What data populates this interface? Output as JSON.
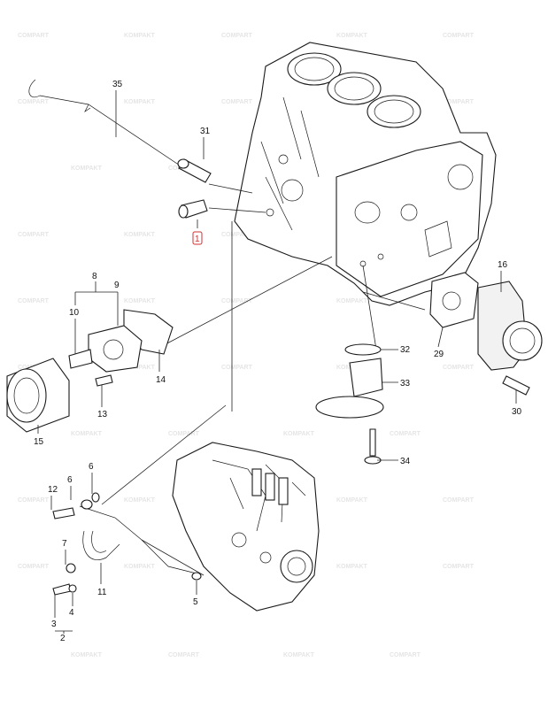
{
  "watermark": {
    "brand": "KOMPAKT",
    "brand2": "COMPART",
    "color": "#c8c8c8"
  },
  "highlight_color": "#d23030",
  "callouts": {
    "c1": "1",
    "c2": "2",
    "c3": "3",
    "c4": "4",
    "c5": "5",
    "c6a": "6",
    "c6b": "6",
    "c7": "7",
    "c8": "8",
    "c9": "9",
    "c10": "10",
    "c11": "11",
    "c12": "12",
    "c13": "13",
    "c14": "14",
    "c15": "15",
    "c16": "16",
    "c29": "29",
    "c30": "30",
    "c31": "31",
    "c32": "32",
    "c33": "33",
    "c34": "34",
    "c35": "35"
  }
}
